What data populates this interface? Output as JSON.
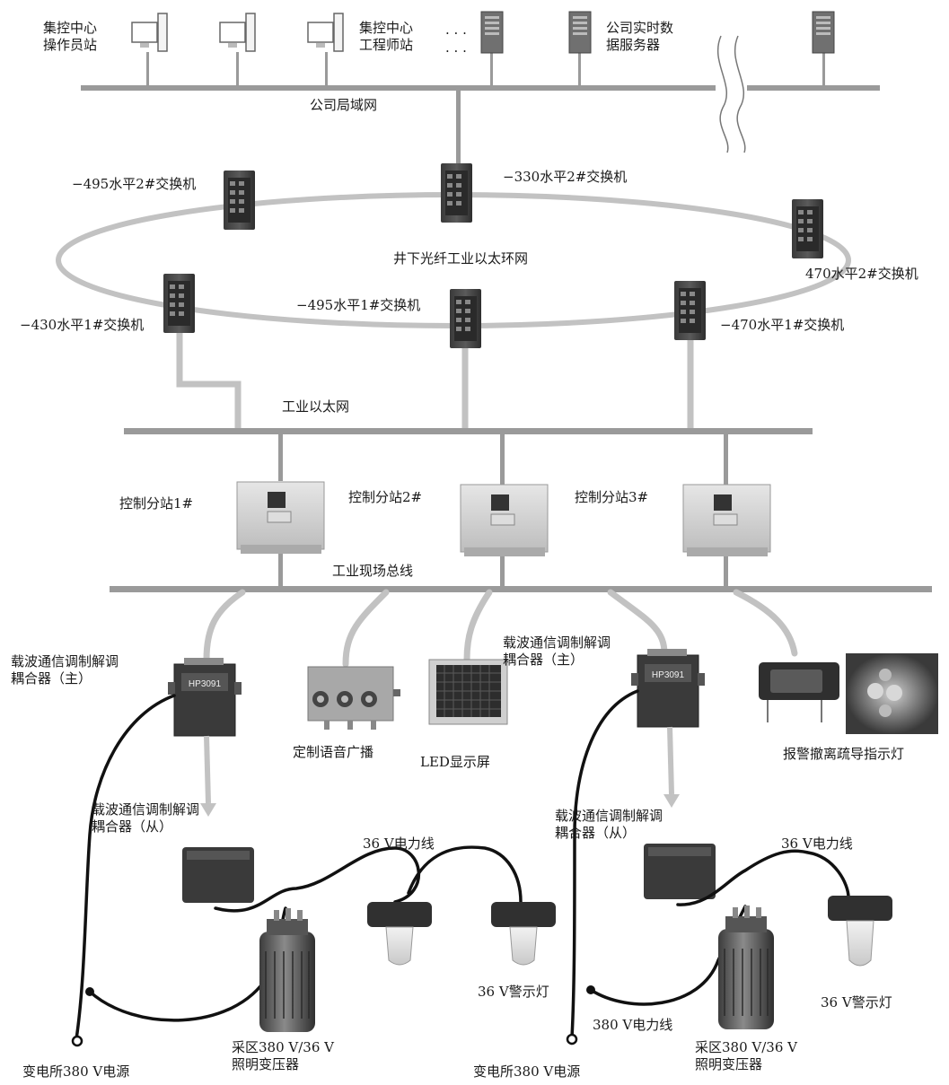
{
  "labels": {
    "op_station": "集控中心\n操作员站",
    "eng_station": "集控中心\n工程师站",
    "dots1": "· · ·",
    "dots2": "· · ·",
    "rt_server": "公司实时数\n据服务器",
    "lan": "公司局域网",
    "sw_495_2": "−495水平2#交换机",
    "sw_330_2": "−330水平2#交换机",
    "ring": "井下光纤工业以太环网",
    "sw_470_2": "470水平2#交换机",
    "sw_430_1": "−430水平1#交换机",
    "sw_495_1": "−495水平1#交换机",
    "sw_470_1": "−470水平1#交换机",
    "eth": "工业以太网",
    "sub1": "控制分站1#",
    "sub2": "控制分站2#",
    "sub3": "控制分站3#",
    "fieldbus": "工业现场总线",
    "coupler_master_1": "载波通信调制解调\n耦合器（主）",
    "coupler_master_2": "载波通信调制解调\n耦合器（主）",
    "voice": "定制语音广播",
    "led": "LED显示屏",
    "alarm_light": "报警撤离疏导指示灯",
    "coupler_slave_1": "载波通信调制解调\n耦合器（从）",
    "coupler_slave_2": "载波通信调制解调\n耦合器（从）",
    "power36_1": "36 V电力线",
    "power36_2": "36 V电力线",
    "warn_lamp_1": "36 V警示灯",
    "warn_lamp_2": "36 V警示灯",
    "power380": "380 V电力线",
    "source380_1": "变电所380 V电源",
    "source380_2": "变电所380 V电源",
    "transformer_1": "采区380 V/36 V\n照明变压器",
    "transformer_2": "采区380 V/36 V\n照明变压器"
  },
  "device_text": {
    "coupler_model_1": "HP3091",
    "coupler_model_2": "HP3091"
  }
}
